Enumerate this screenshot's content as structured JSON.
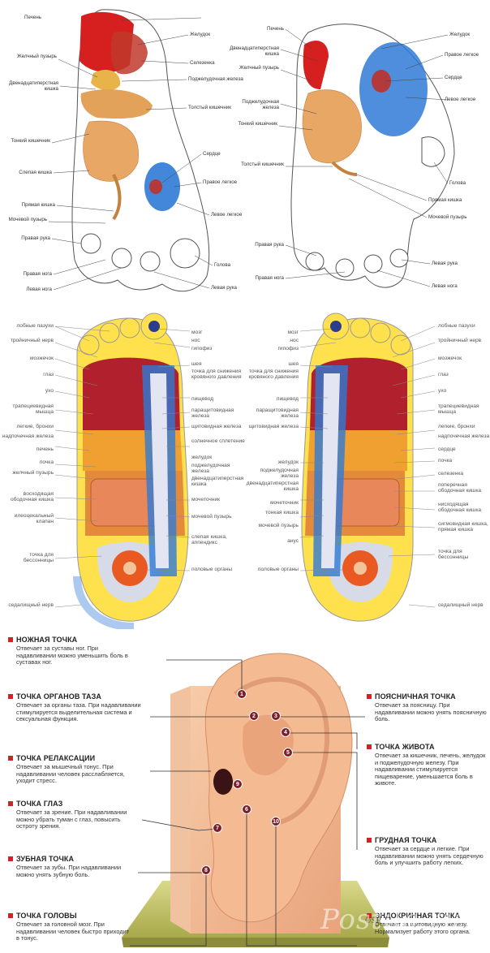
{
  "feet_top": {
    "left_labels_left": [
      "Желчный пузырь",
      "Двенадцатиперстная кишка",
      "Тонкий кишечник",
      "Слепая кишка",
      "Прямая кишка",
      "Мочевой пузырь",
      "Правая рука",
      "Правая нога",
      "Левая нога"
    ],
    "left_labels_right": [
      "Печень",
      "Желудок",
      "Селезенка",
      "Поджелудочная железа",
      "Толстый кишечник",
      "Сердце",
      "Правое легкое",
      "Левое легкое",
      "Голова",
      "Левая рука"
    ],
    "right_labels_left": [
      "Печень",
      "Двенадцатиперстная кишка",
      "Желчный пузырь",
      "Поджелудочная железа",
      "Тонкий кишечник",
      "Толстый кишечник",
      "Правая рука",
      "Правая нога"
    ],
    "right_labels_right": [
      "Желудок",
      "Правое легкое",
      "Сердце",
      "Левое легкое",
      "Голова",
      "Прямая кишка",
      "Мочевой пузырь",
      "Левая рука",
      "Левая нога"
    ]
  },
  "feet_mid": {
    "left_outer": [
      "лобные пазухи",
      "тройничный нерв",
      "мозжечок",
      "глаз",
      "ухо",
      "трапециевидная мышца",
      "легкие, бронхи",
      "надпочечная железа",
      "печень",
      "почка",
      "желчный пузырь",
      "восходящая ободочная кишка",
      "илеоцекальный клапан",
      "точка для бессонницы",
      "седалищный нерв"
    ],
    "left_inner": [
      "мозг",
      "нос",
      "гипофиз",
      "шея",
      "точка для снижения кровяного давления",
      "пищевод",
      "паращитовидная железа",
      "щитовидная железа",
      "солнечное сплетение",
      "желудок",
      "поджелудочная железа",
      "двенадцатиперстная кишка",
      "мочеточник",
      "мочевой пузырь",
      "слепая кишка, аппендикс",
      "половые органы"
    ],
    "right_inner": [
      "мозг",
      "нос",
      "гипофиз",
      "шея",
      "точка для снижения кровяного давления",
      "пищевод",
      "паращитовидная железа",
      "щитовидная железа",
      "желудок",
      "поджелудочная железа",
      "двенадцатиперстная кишка",
      "мочеточник",
      "тонкая кишка",
      "мочевой пузырь",
      "анус",
      "половые органы"
    ],
    "right_outer": [
      "лобные пазухи",
      "тройничный нерв",
      "мозжечок",
      "глаз",
      "ухо",
      "трапециевидная мышца",
      "легкие, бронхи",
      "надпочечная железа",
      "сердце",
      "почка",
      "селезенка",
      "поперечная ободочная кишка",
      "нисходящая ободочная кишка",
      "сигмовидная кишка, прямая кишка",
      "точка для бессонницы",
      "седалищный нерв"
    ]
  },
  "ear": {
    "left": [
      {
        "title": "НОЖНАЯ ТОЧКА",
        "desc": "Отвечает за суставы ног. При надавливании можно уменьшить боль в суставах ног."
      },
      {
        "title": "ТОЧКА ОРГАНОВ ТАЗА",
        "desc": "Отвечает за органы таза. При надавливании стимулируется выделительная система и сексуальная функция."
      },
      {
        "title": "ТОЧКА РЕЛАКСАЦИИ",
        "desc": "Отвечает за мышечный тонус. При надавливании человек расслабляется, уходит стресс."
      },
      {
        "title": "ТОЧКА ГЛАЗ",
        "desc": "Отвечает за зрение. При надавливании можно убрать туман с глаз, повысить остроту зрения."
      },
      {
        "title": "ЗУБНАЯ ТОЧКА",
        "desc": "Отвечает за зубы. При надавливании можно унять зубную боль."
      },
      {
        "title": "ТОЧКА ГОЛОВЫ",
        "desc": "Отвечает за головной мозг. При надавливании человек быстро приходит в тонус."
      }
    ],
    "right": [
      {
        "title": "ПОЯСНИЧНАЯ ТОЧКА",
        "desc": "Отвечает за поясницу. При надавливании можно унять поясничную боль."
      },
      {
        "title": "ТОЧКА ЖИВОТА",
        "desc": "Отвечает за кишечник, печень, желудок и поджелудочную железу. При надавливании стимулируется пищеварение, уменьшается боль в животе."
      },
      {
        "title": "ГРУДНАЯ ТОЧКА",
        "desc": "Отвечает за сердце и легкие. При надавливании можно унять сердечную боль и улучшить работу легких."
      },
      {
        "title": "ЭНДОКРИННАЯ ТОЧКА",
        "desc": "Отвечает за щитовидную железу. Нормализует работу этого органа."
      }
    ],
    "numbers": [
      "1",
      "2",
      "3",
      "4",
      "5",
      "6",
      "7",
      "8",
      "9",
      "10"
    ]
  },
  "watermark": "Postila.ru",
  "colors": {
    "liver": "#d62020",
    "lung": "#2f7ad6",
    "heart": "#b23a3a",
    "intestine": "#e3a25a",
    "skin": "#f2bf9d"
  }
}
